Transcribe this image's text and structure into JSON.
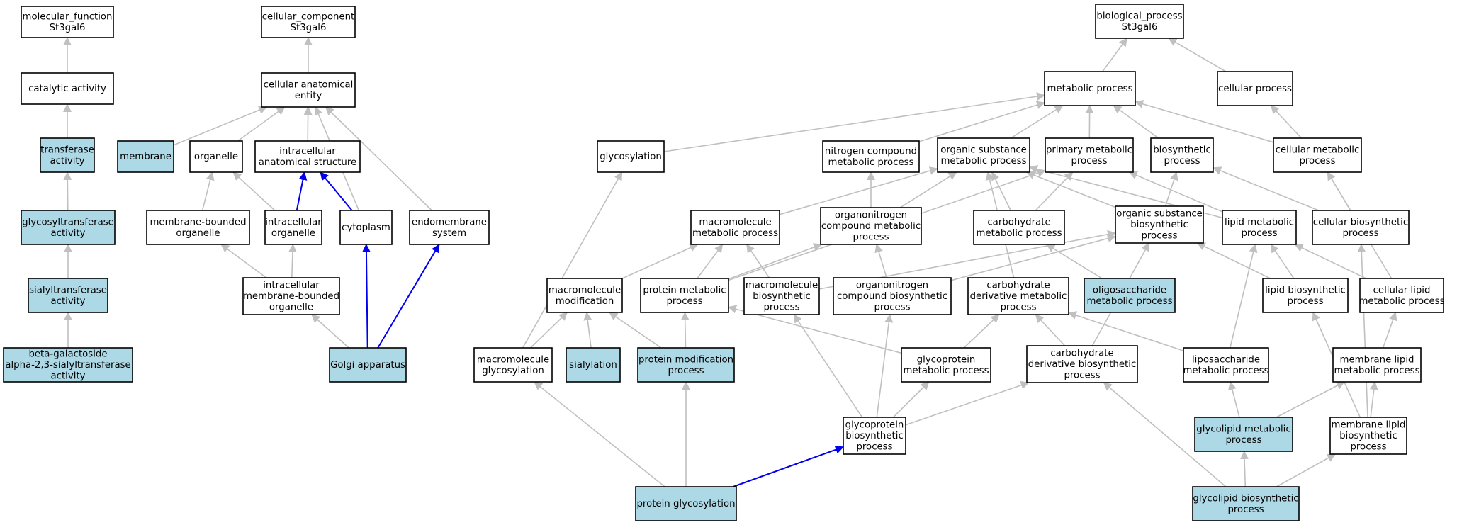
{
  "colors": {
    "highlight_fill": "#add8e6",
    "plain_fill": "#ffffff",
    "edge_gray": "#c0c0c0",
    "edge_blue": "#0000ee"
  },
  "nodes": [
    {
      "id": "mf_root",
      "lines": [
        "molecular_function",
        "St3gal6"
      ],
      "hl": false
    },
    {
      "id": "catalytic",
      "lines": [
        "catalytic activity"
      ],
      "hl": false
    },
    {
      "id": "transferase",
      "lines": [
        "transferase",
        "activity"
      ],
      "hl": true
    },
    {
      "id": "glycosyltransferase",
      "lines": [
        "glycosyltransferase",
        "activity"
      ],
      "hl": true
    },
    {
      "id": "sialyltransferase",
      "lines": [
        "sialyltransferase",
        "activity"
      ],
      "hl": true
    },
    {
      "id": "beta_gal",
      "lines": [
        "beta-galactoside",
        "alpha-2,3-sialyltransferase",
        "activity"
      ],
      "hl": true
    },
    {
      "id": "cc_root",
      "lines": [
        "cellular_component",
        "St3gal6"
      ],
      "hl": false
    },
    {
      "id": "cae",
      "lines": [
        "cellular anatomical",
        "entity"
      ],
      "hl": false
    },
    {
      "id": "membrane",
      "lines": [
        "membrane"
      ],
      "hl": true
    },
    {
      "id": "organelle",
      "lines": [
        "organelle"
      ],
      "hl": false
    },
    {
      "id": "intra_anat",
      "lines": [
        "intracellular",
        "anatomical structure"
      ],
      "hl": false
    },
    {
      "id": "mem_bound_org",
      "lines": [
        "membrane-bounded",
        "organelle"
      ],
      "hl": false
    },
    {
      "id": "intra_org",
      "lines": [
        "intracellular",
        "organelle"
      ],
      "hl": false
    },
    {
      "id": "cytoplasm",
      "lines": [
        "cytoplasm"
      ],
      "hl": false
    },
    {
      "id": "endomembrane",
      "lines": [
        "endomembrane",
        "system"
      ],
      "hl": false
    },
    {
      "id": "intra_mem_org",
      "lines": [
        "intracellular",
        "membrane-bounded",
        "organelle"
      ],
      "hl": false
    },
    {
      "id": "golgi",
      "lines": [
        "Golgi apparatus"
      ],
      "hl": true
    },
    {
      "id": "bp_root",
      "lines": [
        "biological_process",
        "St3gal6"
      ],
      "hl": false
    },
    {
      "id": "metabolic",
      "lines": [
        "metabolic process"
      ],
      "hl": false
    },
    {
      "id": "cellular_proc",
      "lines": [
        "cellular process"
      ],
      "hl": false
    },
    {
      "id": "glycosylation",
      "lines": [
        "glycosylation"
      ],
      "hl": false
    },
    {
      "id": "nitrogen_cmp",
      "lines": [
        "nitrogen compound",
        "metabolic process"
      ],
      "hl": false
    },
    {
      "id": "org_sub_met",
      "lines": [
        "organic substance",
        "metabolic process"
      ],
      "hl": false
    },
    {
      "id": "primary_met",
      "lines": [
        "primary metabolic",
        "process"
      ],
      "hl": false
    },
    {
      "id": "biosynthetic",
      "lines": [
        "biosynthetic",
        "process"
      ],
      "hl": false
    },
    {
      "id": "cell_met",
      "lines": [
        "cellular metabolic",
        "process"
      ],
      "hl": false
    },
    {
      "id": "macro_met",
      "lines": [
        "macromolecule",
        "metabolic process"
      ],
      "hl": false
    },
    {
      "id": "orgnitro_met",
      "lines": [
        "organonitrogen",
        "compound metabolic",
        "process"
      ],
      "hl": false
    },
    {
      "id": "carb_met",
      "lines": [
        "carbohydrate",
        "metabolic process"
      ],
      "hl": false
    },
    {
      "id": "org_sub_bio",
      "lines": [
        "organic substance",
        "biosynthetic",
        "process"
      ],
      "hl": false
    },
    {
      "id": "lipid_met",
      "lines": [
        "lipid metabolic",
        "process"
      ],
      "hl": false
    },
    {
      "id": "cell_bio",
      "lines": [
        "cellular biosynthetic",
        "process"
      ],
      "hl": false
    },
    {
      "id": "macro_mod",
      "lines": [
        "macromolecule",
        "modification"
      ],
      "hl": false
    },
    {
      "id": "prot_met",
      "lines": [
        "protein metabolic",
        "process"
      ],
      "hl": false
    },
    {
      "id": "macro_bio",
      "lines": [
        "macromolecule",
        "biosynthetic",
        "process"
      ],
      "hl": false
    },
    {
      "id": "orgnitro_bio",
      "lines": [
        "organonitrogen",
        "compound biosynthetic",
        "process"
      ],
      "hl": false
    },
    {
      "id": "carb_deriv_met",
      "lines": [
        "carbohydrate",
        "derivative metabolic",
        "process"
      ],
      "hl": false
    },
    {
      "id": "oligosacch",
      "lines": [
        "oligosaccharide",
        "metabolic process"
      ],
      "hl": true
    },
    {
      "id": "lipid_bio",
      "lines": [
        "lipid biosynthetic",
        "process"
      ],
      "hl": false
    },
    {
      "id": "cell_lipid_met",
      "lines": [
        "cellular lipid",
        "metabolic process"
      ],
      "hl": false
    },
    {
      "id": "macro_glyc",
      "lines": [
        "macromolecule",
        "glycosylation"
      ],
      "hl": false
    },
    {
      "id": "sialylation",
      "lines": [
        "sialylation"
      ],
      "hl": true
    },
    {
      "id": "prot_mod",
      "lines": [
        "protein modification",
        "process"
      ],
      "hl": true
    },
    {
      "id": "glycoprot_met",
      "lines": [
        "glycoprotein",
        "metabolic process"
      ],
      "hl": false
    },
    {
      "id": "carb_deriv_bio",
      "lines": [
        "carbohydrate",
        "derivative biosynthetic",
        "process"
      ],
      "hl": false
    },
    {
      "id": "liposacch",
      "lines": [
        "liposaccharide",
        "metabolic process"
      ],
      "hl": false
    },
    {
      "id": "mem_lipid_met",
      "lines": [
        "membrane lipid",
        "metabolic process"
      ],
      "hl": false
    },
    {
      "id": "glycoprot_bio",
      "lines": [
        "glycoprotein",
        "biosynthetic",
        "process"
      ],
      "hl": false
    },
    {
      "id": "glycolipid_met",
      "lines": [
        "glycolipid metabolic",
        "process"
      ],
      "hl": true
    },
    {
      "id": "mem_lipid_bio",
      "lines": [
        "membrane lipid",
        "biosynthetic",
        "process"
      ],
      "hl": false
    },
    {
      "id": "prot_glyc",
      "lines": [
        "protein glycosylation"
      ],
      "hl": true
    },
    {
      "id": "glycolipid_bio",
      "lines": [
        "glycolipid biosynthetic",
        "process"
      ],
      "hl": true
    }
  ],
  "edges": [
    {
      "from": "catalytic",
      "to": "mf_root"
    },
    {
      "from": "transferase",
      "to": "catalytic"
    },
    {
      "from": "glycosyltransferase",
      "to": "transferase"
    },
    {
      "from": "sialyltransferase",
      "to": "glycosyltransferase"
    },
    {
      "from": "beta_gal",
      "to": "sialyltransferase"
    },
    {
      "from": "cae",
      "to": "cc_root"
    },
    {
      "from": "membrane",
      "to": "cae"
    },
    {
      "from": "organelle",
      "to": "cae"
    },
    {
      "from": "intra_anat",
      "to": "cae"
    },
    {
      "from": "cytoplasm",
      "to": "cae"
    },
    {
      "from": "endomembrane",
      "to": "cae"
    },
    {
      "from": "mem_bound_org",
      "to": "organelle"
    },
    {
      "from": "intra_org",
      "to": "organelle"
    },
    {
      "from": "intra_org",
      "to": "intra_anat",
      "strong": true
    },
    {
      "from": "cytoplasm",
      "to": "intra_anat",
      "strong": true
    },
    {
      "from": "intra_mem_org",
      "to": "mem_bound_org"
    },
    {
      "from": "intra_mem_org",
      "to": "intra_org"
    },
    {
      "from": "golgi",
      "to": "intra_mem_org"
    },
    {
      "from": "golgi",
      "to": "cytoplasm",
      "strong": true
    },
    {
      "from": "golgi",
      "to": "endomembrane",
      "strong": true
    },
    {
      "from": "metabolic",
      "to": "bp_root"
    },
    {
      "from": "cellular_proc",
      "to": "bp_root"
    },
    {
      "from": "glycosylation",
      "to": "metabolic"
    },
    {
      "from": "nitrogen_cmp",
      "to": "metabolic"
    },
    {
      "from": "org_sub_met",
      "to": "metabolic"
    },
    {
      "from": "primary_met",
      "to": "metabolic"
    },
    {
      "from": "biosynthetic",
      "to": "metabolic"
    },
    {
      "from": "cell_met",
      "to": "metabolic"
    },
    {
      "from": "cell_met",
      "to": "cellular_proc"
    },
    {
      "from": "macro_met",
      "to": "org_sub_met"
    },
    {
      "from": "orgnitro_met",
      "to": "nitrogen_cmp"
    },
    {
      "from": "orgnitro_met",
      "to": "org_sub_met"
    },
    {
      "from": "carb_met",
      "to": "org_sub_met"
    },
    {
      "from": "carb_met",
      "to": "primary_met"
    },
    {
      "from": "org_sub_bio",
      "to": "org_sub_met"
    },
    {
      "from": "org_sub_bio",
      "to": "biosynthetic"
    },
    {
      "from": "lipid_met",
      "to": "org_sub_met"
    },
    {
      "from": "lipid_met",
      "to": "primary_met"
    },
    {
      "from": "cell_bio",
      "to": "biosynthetic"
    },
    {
      "from": "cell_bio",
      "to": "cell_met"
    },
    {
      "from": "macro_mod",
      "to": "macro_met"
    },
    {
      "from": "prot_met",
      "to": "macro_met"
    },
    {
      "from": "prot_met",
      "to": "orgnitro_met"
    },
    {
      "from": "prot_met",
      "to": "primary_met"
    },
    {
      "from": "macro_bio",
      "to": "macro_met"
    },
    {
      "from": "macro_bio",
      "to": "org_sub_bio"
    },
    {
      "from": "orgnitro_bio",
      "to": "orgnitro_met"
    },
    {
      "from": "orgnitro_bio",
      "to": "org_sub_bio"
    },
    {
      "from": "carb_deriv_met",
      "to": "org_sub_met"
    },
    {
      "from": "oligosacch",
      "to": "carb_met"
    },
    {
      "from": "lipid_bio",
      "to": "lipid_met"
    },
    {
      "from": "lipid_bio",
      "to": "org_sub_bio"
    },
    {
      "from": "cell_lipid_met",
      "to": "lipid_met"
    },
    {
      "from": "cell_lipid_met",
      "to": "cell_met"
    },
    {
      "from": "macro_glyc",
      "to": "macro_mod"
    },
    {
      "from": "macro_glyc",
      "to": "glycosylation"
    },
    {
      "from": "sialylation",
      "to": "macro_mod"
    },
    {
      "from": "prot_mod",
      "to": "macro_mod"
    },
    {
      "from": "prot_mod",
      "to": "prot_met"
    },
    {
      "from": "glycoprot_met",
      "to": "carb_deriv_met"
    },
    {
      "from": "glycoprot_met",
      "to": "prot_met"
    },
    {
      "from": "carb_deriv_bio",
      "to": "carb_deriv_met"
    },
    {
      "from": "carb_deriv_bio",
      "to": "org_sub_bio"
    },
    {
      "from": "liposacch",
      "to": "carb_deriv_met"
    },
    {
      "from": "liposacch",
      "to": "lipid_met"
    },
    {
      "from": "mem_lipid_met",
      "to": "cell_lipid_met"
    },
    {
      "from": "glycoprot_bio",
      "to": "glycoprot_met"
    },
    {
      "from": "glycoprot_bio",
      "to": "macro_bio"
    },
    {
      "from": "glycoprot_bio",
      "to": "orgnitro_bio"
    },
    {
      "from": "glycoprot_bio",
      "to": "carb_deriv_bio"
    },
    {
      "from": "glycolipid_met",
      "to": "liposacch"
    },
    {
      "from": "glycolipid_met",
      "to": "mem_lipid_met"
    },
    {
      "from": "mem_lipid_bio",
      "to": "mem_lipid_met"
    },
    {
      "from": "mem_lipid_bio",
      "to": "lipid_bio"
    },
    {
      "from": "mem_lipid_bio",
      "to": "cell_bio"
    },
    {
      "from": "prot_glyc",
      "to": "macro_glyc"
    },
    {
      "from": "prot_glyc",
      "to": "prot_mod"
    },
    {
      "from": "prot_glyc",
      "to": "glycoprot_bio",
      "strong": true
    },
    {
      "from": "glycolipid_bio",
      "to": "glycolipid_met"
    },
    {
      "from": "glycolipid_bio",
      "to": "mem_lipid_bio"
    },
    {
      "from": "glycolipid_bio",
      "to": "carb_deriv_bio"
    }
  ]
}
